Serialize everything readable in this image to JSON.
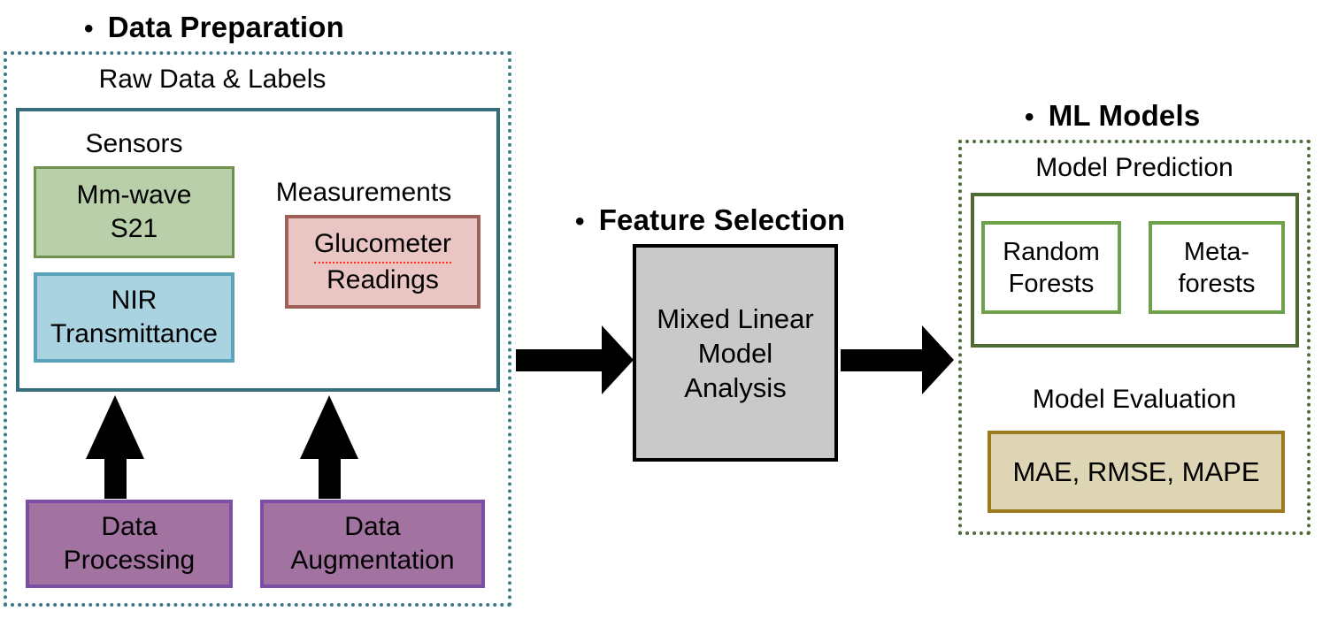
{
  "diagram": {
    "data_preparation": {
      "bullet": "•",
      "title": "Data Preparation",
      "raw_data_labels": {
        "title": "Raw Data & Labels",
        "sensors_label": "Sensors",
        "measurements_label": "Measurements",
        "mmwave_box": "Mm-wave\nS21",
        "nir_box": "NIR\nTransmittance",
        "glucometer_line1": "Glucometer",
        "glucometer_line2": "Readings"
      },
      "data_processing_box": "Data\nProcessing",
      "data_augmentation_box": "Data\nAugmentation"
    },
    "feature_selection": {
      "bullet": "•",
      "title": "Feature Selection",
      "mixed_linear_box": "Mixed Linear\nModel\nAnalysis"
    },
    "ml_models": {
      "bullet": "•",
      "title": "ML Models",
      "model_prediction_label": "Model Prediction",
      "random_forests_box": "Random\nForests",
      "meta_forests_box": "Meta-\nforests",
      "model_evaluation_label": "Model Evaluation",
      "metrics_box": "MAE, RMSE, MAPE"
    }
  },
  "colors": {
    "teal_border": "#3a7a8a",
    "solid_teal_border": "#376e7c",
    "green_box_fill": "#b9cfa9",
    "green_box_border": "#71924e",
    "blue_box_fill": "#a9d3e0",
    "blue_box_border": "#5ba3bb",
    "pink_box_fill": "#e9c6c4",
    "pink_box_border": "#9d6156",
    "purple_box_fill": "#a273a0",
    "purple_box_border": "#7b4fa6",
    "gray_box_fill": "#c9c9c9",
    "olive_dotted_border": "#4e6b33",
    "inner_green_border": "#6fa04a",
    "tan_box_fill": "#ded5b4",
    "tan_box_border": "#9c7b1f",
    "spellcheck_underline": "#ff2a1f",
    "arrow_color": "#000000"
  }
}
